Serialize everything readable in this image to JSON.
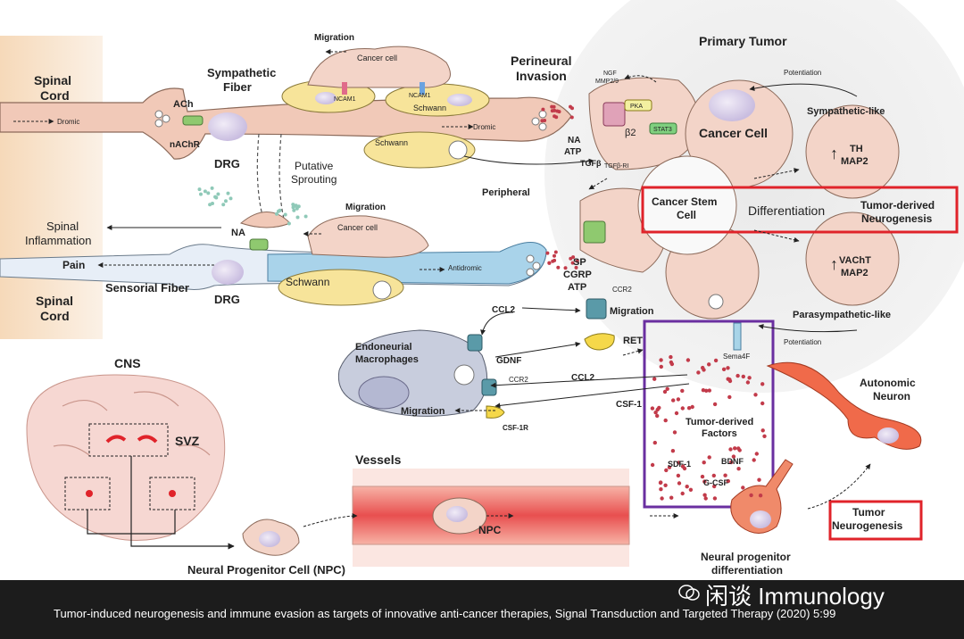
{
  "labels": {
    "spinal_cord_top": [
      "Spinal",
      "Cord"
    ],
    "spinal_cord_bottom": [
      "Spinal",
      "Cord"
    ],
    "sympathetic_fiber": [
      "Sympathetic",
      "Fiber"
    ],
    "dromic": "Dromic",
    "dromic_right": "Dromic",
    "ach": "ACh",
    "nachr": "nAChR",
    "drg_top": "DRG",
    "drg_bottom": "DRG",
    "migration_top": "Migration",
    "cancer_cell_top": "Cancer cell",
    "ncam1_a": "NCAM1",
    "ncam1_b": "NCAM1",
    "schwann_top": "Schwann",
    "schwann_mid": "Schwann",
    "schwann_bottom": "Schwann",
    "perineural_invasion": [
      "Perineural",
      "Invasion"
    ],
    "ngf": "NGF",
    "mmp": "MMP2/9",
    "pka": "PKA",
    "stat3": "STAT3",
    "beta2": "β2",
    "na_atp": [
      "NA",
      "ATP"
    ],
    "tgfb": "TGFβ",
    "tgfb_ri": "TGFβ-RI",
    "putative_sprouting": [
      "Putative",
      "Sprouting"
    ],
    "peripheral": "Peripheral",
    "migration_mid": "Migration",
    "cancer_cell_mid": "Cancer cell",
    "spinal_inflammation": [
      "Spinal",
      "Inflammation"
    ],
    "na_left": "NA",
    "pain": "Pain",
    "antidromic": "Antidromic",
    "sensorial_fiber": "Sensorial Fiber",
    "sp_cgrp_atp": [
      "SP",
      "CGRP",
      "ATP"
    ],
    "ccr2_right": "CCR2",
    "migration_right": "Migration",
    "ret": "RET",
    "ccl2_top": "CCL2",
    "ccl2_mid": "CCL2",
    "gdnf": "GDNF",
    "endoneurial_macrophages": [
      "Endoneurial",
      "Macrophages"
    ],
    "ccr2_left": "CCR2",
    "migration_bottom": "Migration",
    "csf1r": "CSF-1R",
    "csf1": "CSF-1",
    "primary_tumor": "Primary Tumor",
    "potentiation_top": "Potentiation",
    "potentiation_bottom": "Potentiation",
    "cancer_cell_big": "Cancer Cell",
    "sympathetic_like": "Sympathetic-like",
    "th_map2": [
      "TH",
      "MAP2"
    ],
    "cancer_stem_cell": [
      "Cancer Stem",
      "Cell"
    ],
    "differentiation": "Differentiation",
    "tumor_derived_neurogenesis": [
      "Tumor-derived",
      "Neurogenesis"
    ],
    "vacht_map2": [
      "VAChT",
      "MAP2"
    ],
    "parasympathetic_like": "Parasympathetic-like",
    "sema4f": "Sema4F",
    "tumor_derived_factors": [
      "Tumor-derived",
      "Factors"
    ],
    "sdf1": "SDF-1",
    "bdnf": "BDNF",
    "gcsf": "G-CSF",
    "autonomic_neuron": [
      "Autonomic",
      "Neuron"
    ],
    "tumor_neurogenesis": [
      "Tumor",
      "Neurogenesis"
    ],
    "cns": "CNS",
    "svz": "SVZ",
    "vessels": "Vessels",
    "npc": "NPC",
    "neural_progenitor_cell": "Neural Progenitor Cell (NPC)",
    "neural_progenitor_differentiation": [
      "Neural progenitor",
      "differentiation"
    ]
  },
  "caption": "Tumor-induced neurogenesis and immune evasion as targets of innovative anti-cancer therapies, Signal Transduction and Targeted Therapy (2020) 5:99",
  "watermark": "闲谈 Immunology",
  "colors": {
    "highlight_red": "#e0232a",
    "highlight_purple": "#6a2fa0",
    "nerve_fiber": "#f1c9b8",
    "sensory_fiber": "#a9d3ea",
    "schwann": "#f7e49a",
    "cell": "#f3d4c8",
    "macrophage": "#c8cddd",
    "dot_red": "#c23b4a"
  }
}
